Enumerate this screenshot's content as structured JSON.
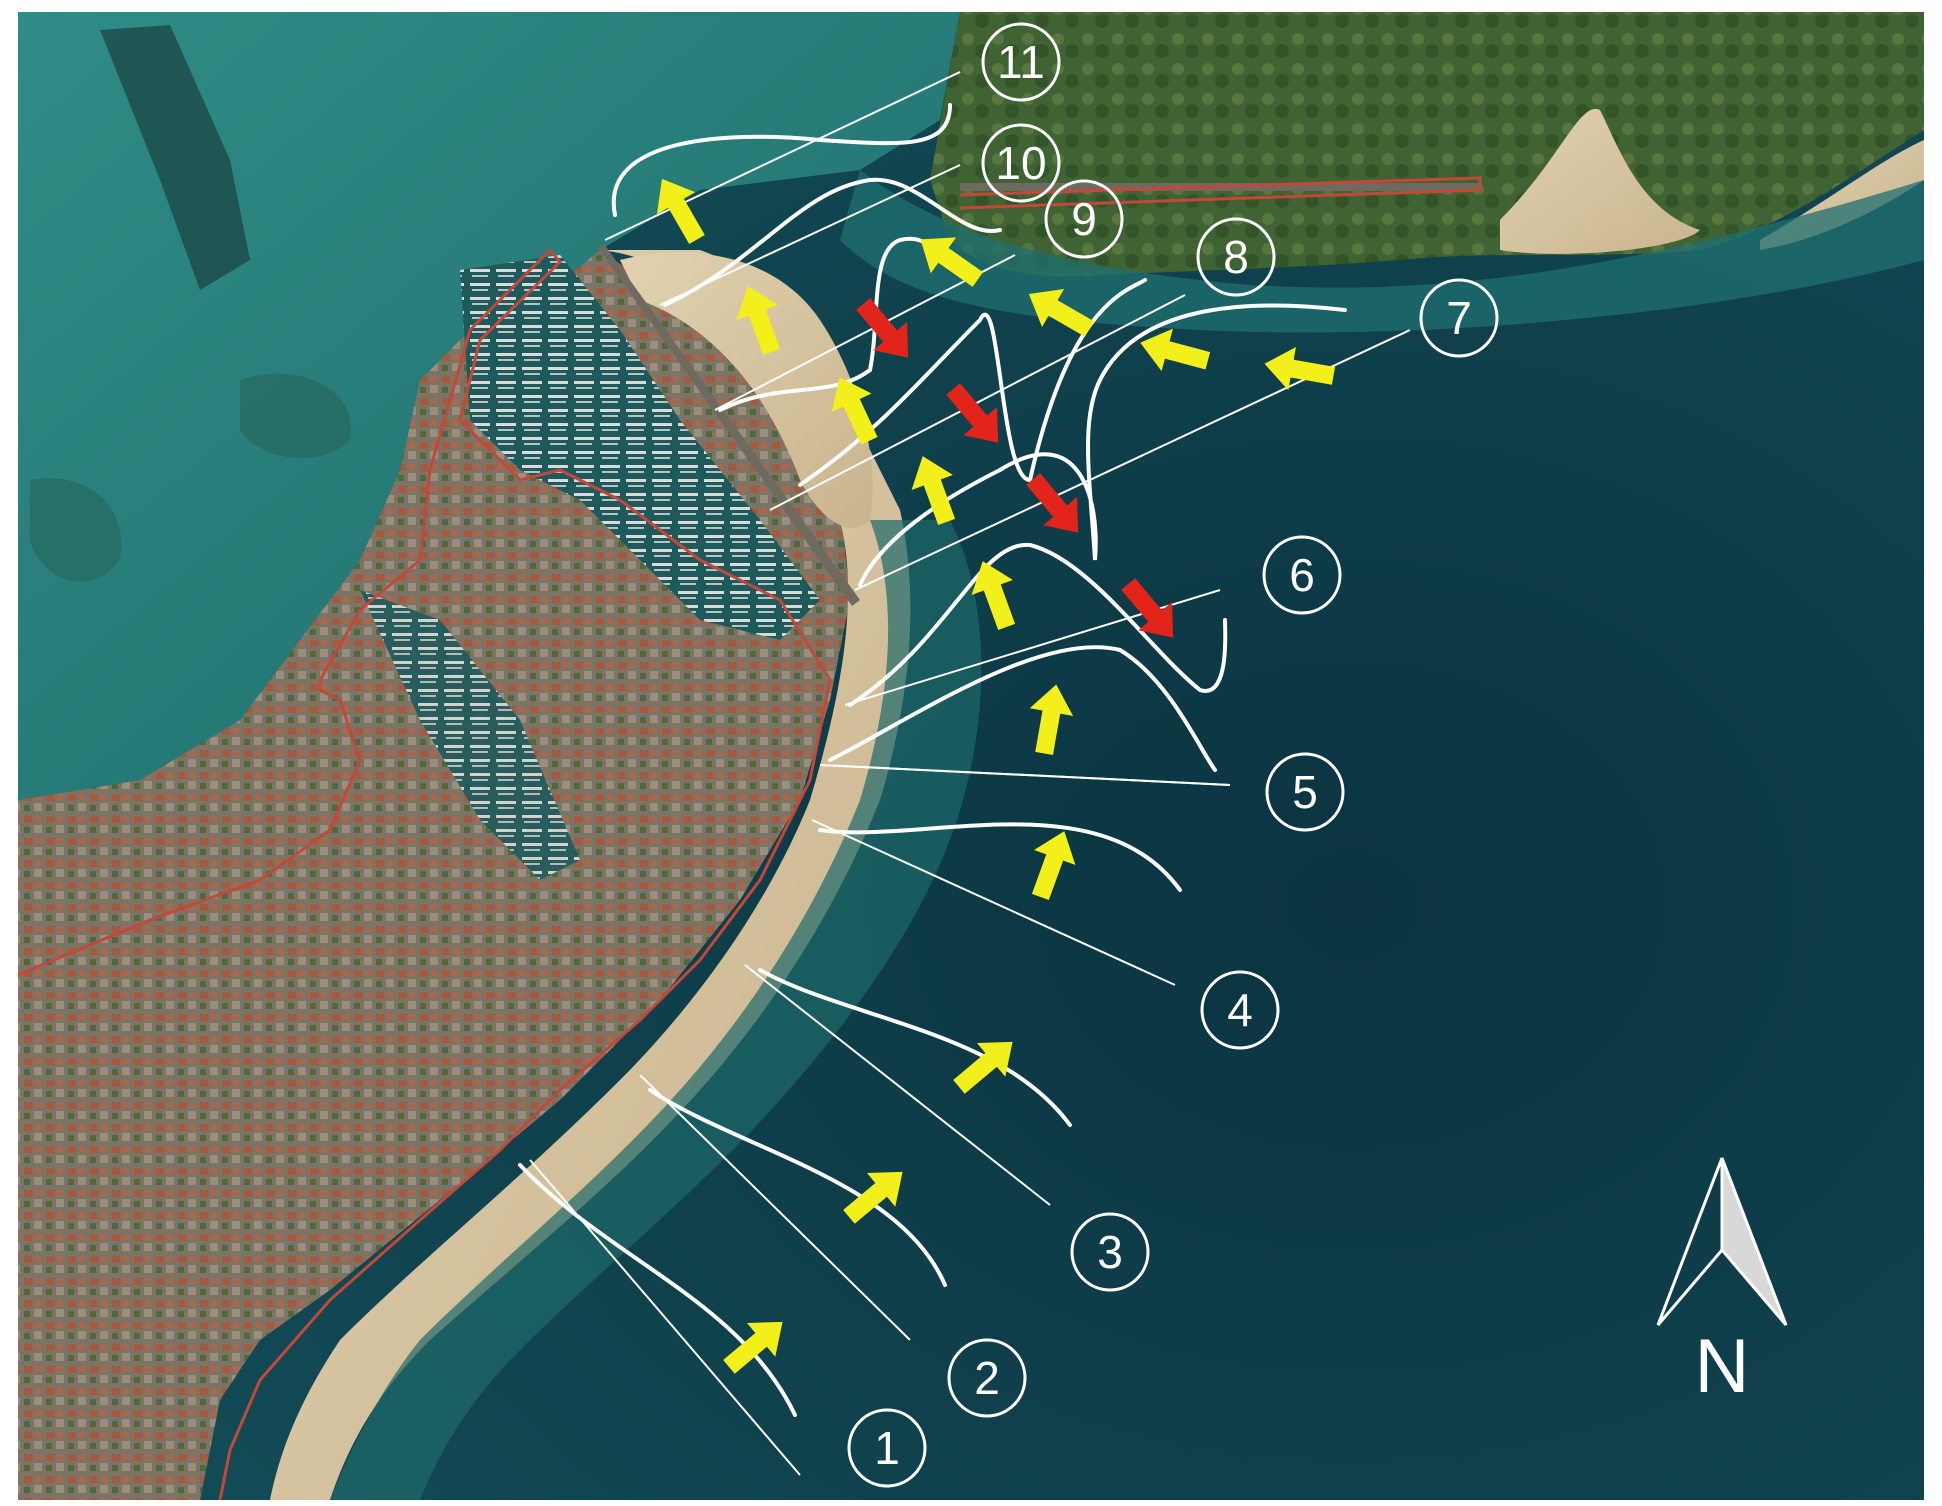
{
  "map": {
    "colors": {
      "sea_deep": "#0d3a49",
      "sea_shallow": "#1f7a78",
      "lagoon": "#3d8a82",
      "sand": "#d9c7a3",
      "land_green": "#4a6b38",
      "urban": "#8a8070",
      "boundary_line": "#c4483a",
      "profile_line": "#ffffff",
      "arrow_accretion": "#f2ef1a",
      "arrow_erosion": "#e3241b"
    },
    "callouts": [
      "1",
      "2",
      "3",
      "4",
      "5",
      "6",
      "7",
      "8",
      "9",
      "10",
      "11"
    ],
    "north_arrow": {
      "letter": "N",
      "icon": "north-arrow-icon"
    },
    "arrow_legend_semantics": {
      "yellow": "arrow",
      "red": "arrow"
    }
  }
}
